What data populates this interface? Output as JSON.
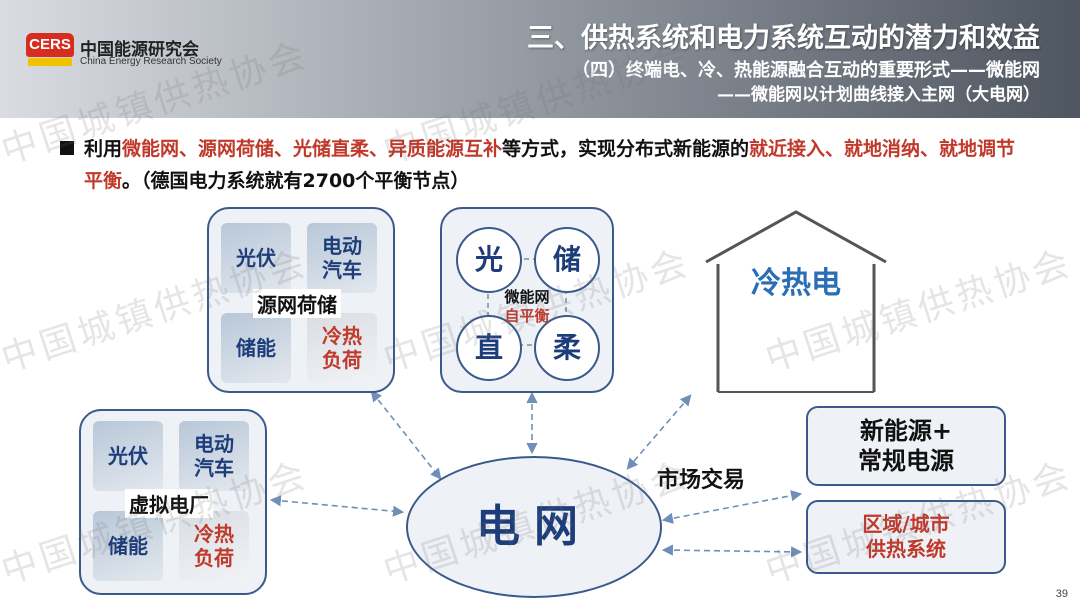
{
  "header": {
    "logo_text": "CERS",
    "org_cn": "中国能源研究会",
    "org_en": "China Energy Research Society",
    "title1": "三、供热系统和电力系统互动的潜力和效益",
    "title2": "（四）终端电、冷、热能源融合互动的重要形式——微能网",
    "title3": "——微能网以计划曲线接入主网（大电网）"
  },
  "bullet": {
    "p1": "利用",
    "r1": "微能网、源网荷储、光储直柔、异质能源互补",
    "p2": "等方式，实现分布式新能源的",
    "r2": "就近接入、就地消纳、就地调节平衡",
    "p3": "。（德国电力系统就有2700个平衡节点）"
  },
  "source_grid": {
    "label": "源网荷储",
    "pv": "光伏",
    "ev_1": "电动",
    "ev_2": "汽车",
    "storage": "储能",
    "load_1": "冷热",
    "load_2": "负荷"
  },
  "virtual_plant": {
    "label": "虚拟电厂",
    "pv": "光伏",
    "ev_1": "电动",
    "ev_2": "汽车",
    "storage": "储能",
    "load_1": "冷热",
    "load_2": "负荷"
  },
  "microgrid": {
    "light": "光",
    "store": "储",
    "direct": "直",
    "flex": "柔",
    "label_1": "微能网",
    "label_2": "自平衡"
  },
  "house": {
    "label": "冷热电"
  },
  "grid": {
    "label": "电网"
  },
  "market": {
    "label": "市场交易"
  },
  "new_energy": {
    "line1": "新能源+",
    "line2": "常规电源"
  },
  "district": {
    "line1": "区域/城市",
    "line2": "供热系统"
  },
  "watermark": "中国城镇供热协会",
  "page_number": "39",
  "colors": {
    "accent_red": "#c0392b",
    "accent_blue": "#1d3d7a",
    "border": "#3a5a8c"
  }
}
